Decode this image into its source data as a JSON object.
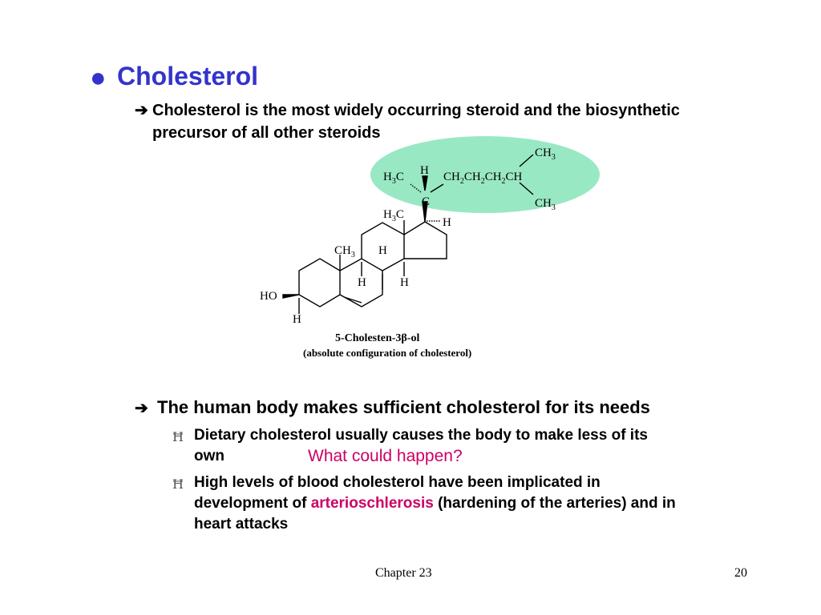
{
  "slide": {
    "title": "Cholesterol",
    "point1_line1": "Cholesterol is the most widely occurring steroid and the biosynthetic",
    "point1_line2": "precursor of all other steroids",
    "point2": "The human body makes sufficient cholesterol for its needs",
    "sub1_line1": "Dietary cholesterol usually causes the body to make less of its",
    "sub1_line2": "own",
    "question": "What could happen?",
    "sub2_line1": "High levels of blood cholesterol have been implicated in",
    "sub2_prefix": "development of ",
    "sub2_highlight": "arterioschlerosis",
    "sub2_suffix": " (hardening of the arteries) and in",
    "sub2_line3": "heart attacks"
  },
  "figure": {
    "caption_name": "5-Cholesten-3β-ol",
    "caption_detail": "(absolute configuration of cholesterol)"
  },
  "footer": {
    "chapter": "Chapter 23",
    "page": "20"
  },
  "colors": {
    "title": "#3333cc",
    "highlight": "#cc0066",
    "ellipse": "#99e8c4"
  }
}
